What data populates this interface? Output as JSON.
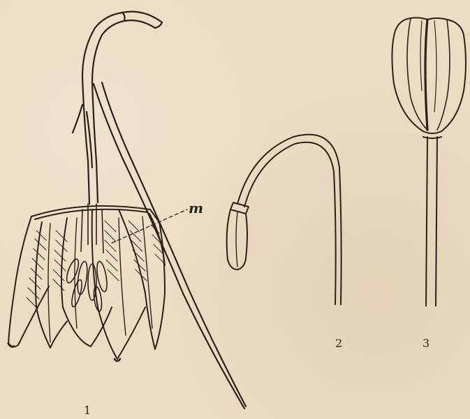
{
  "figure": {
    "labels": {
      "fig1": "1",
      "fig2": "2",
      "fig3": "3",
      "m": "m"
    }
  }
}
